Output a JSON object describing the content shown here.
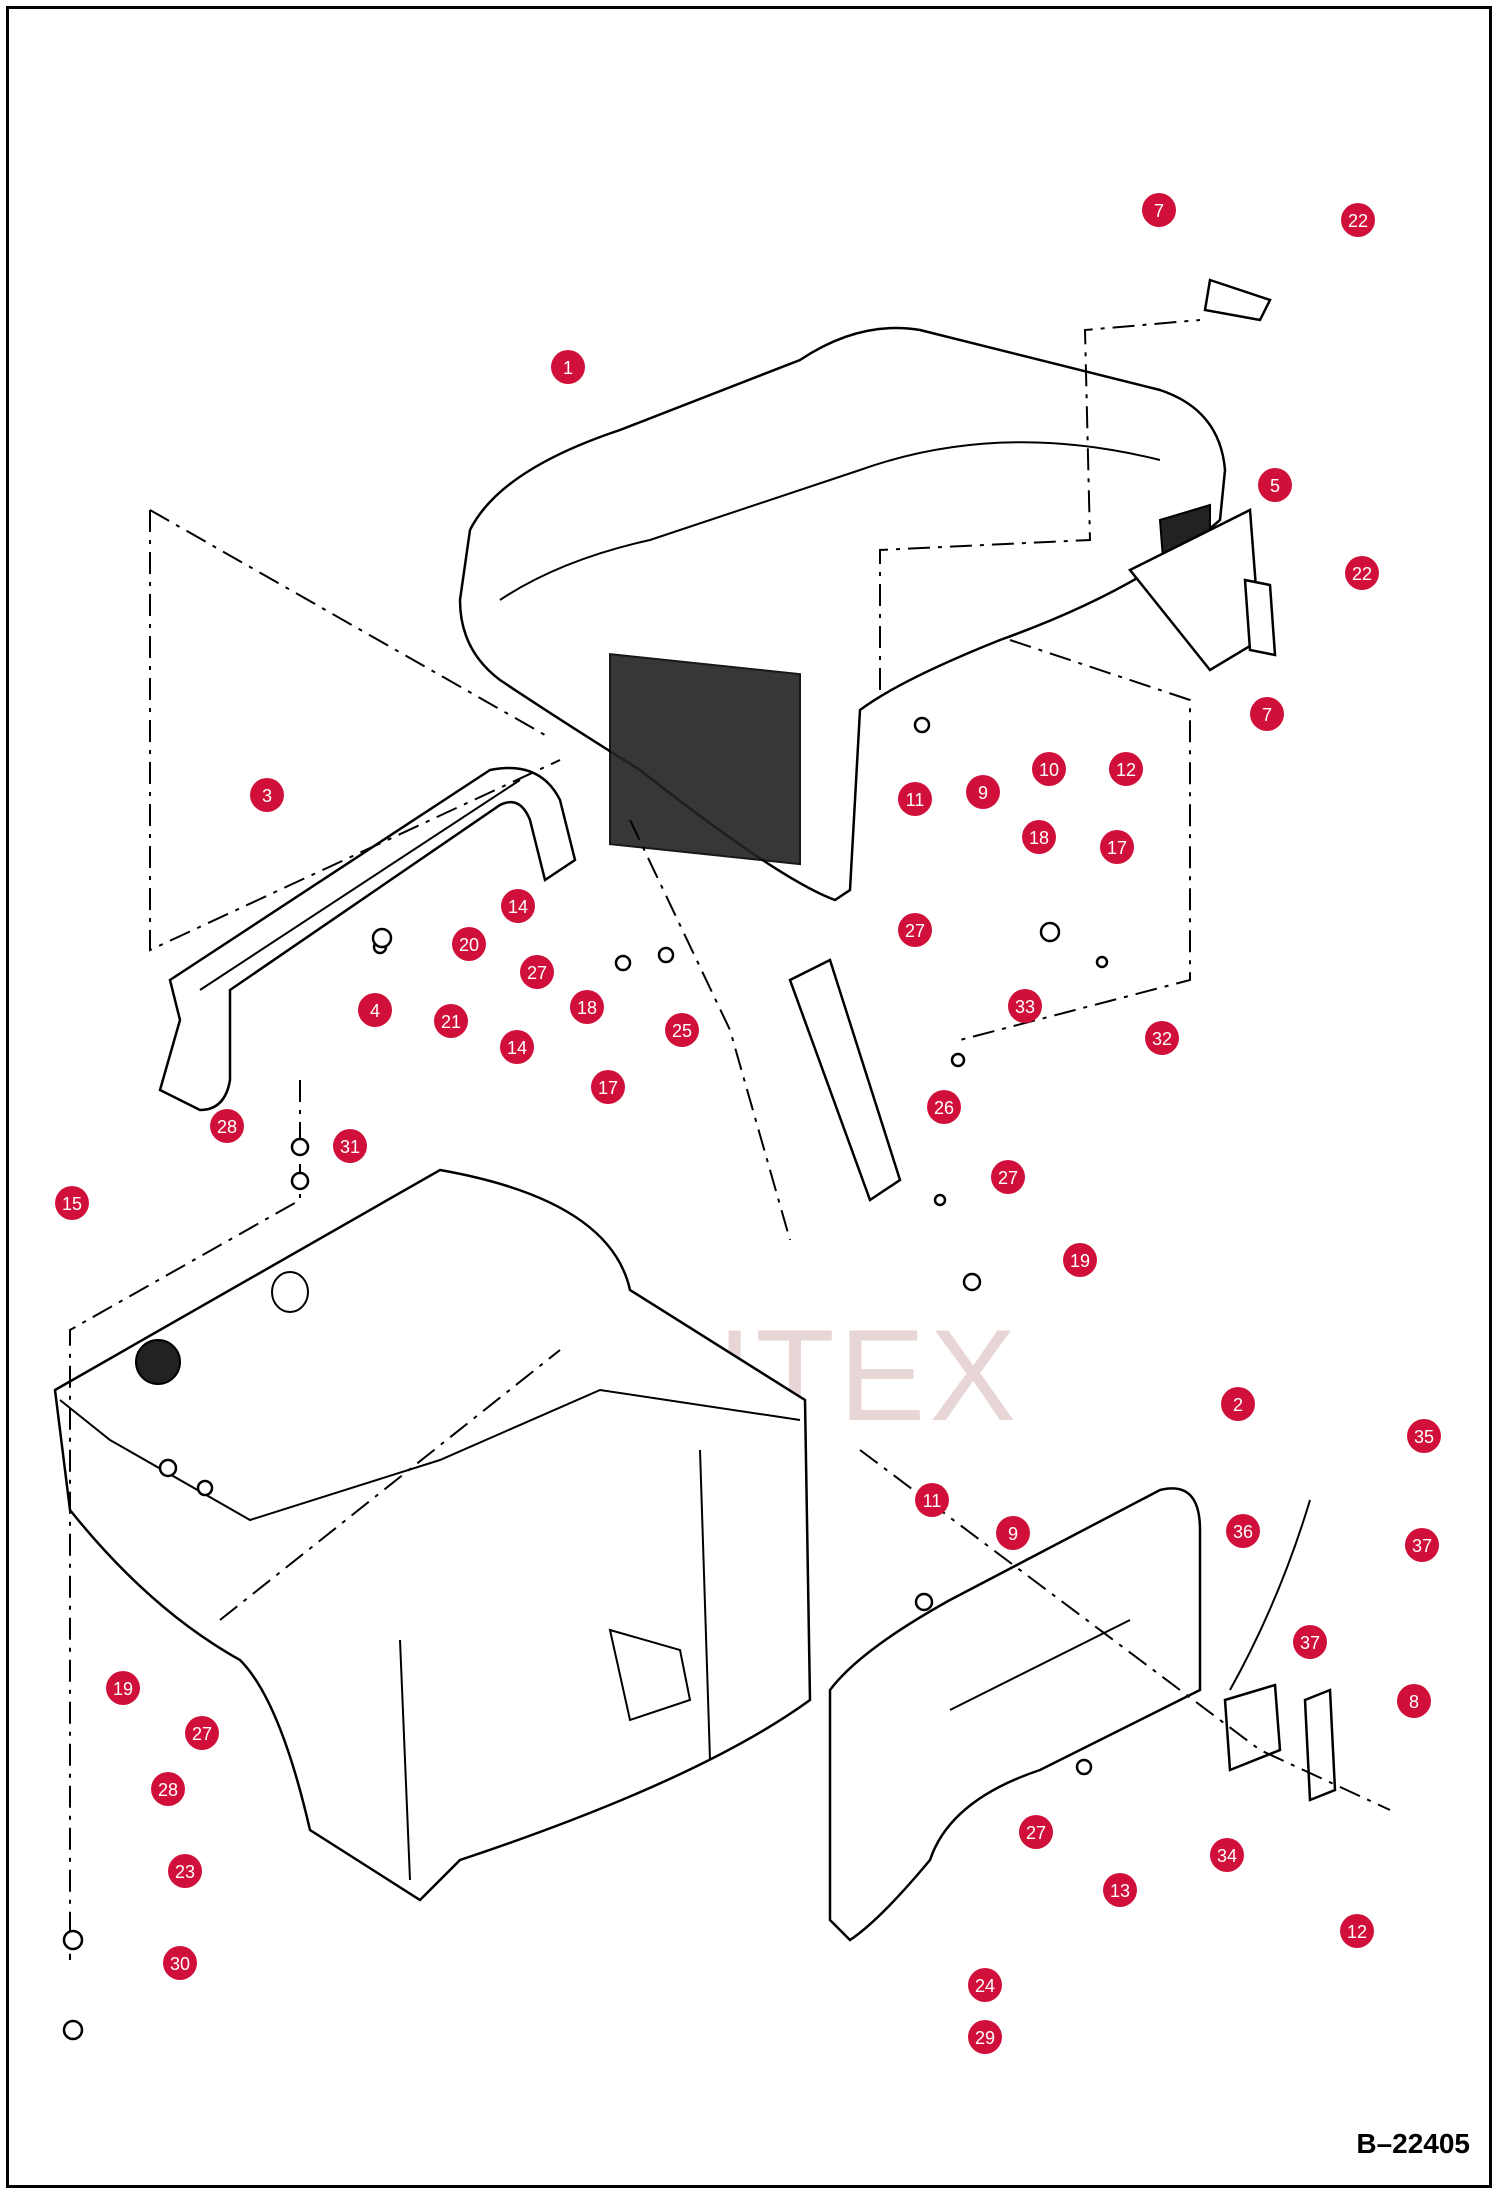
{
  "figure_id": "B–22405",
  "watermark": "ИНТЕХ",
  "callouts": [
    {
      "id": "c7a",
      "label": "7"
    },
    {
      "id": "c22a",
      "label": "22"
    },
    {
      "id": "c1",
      "label": "1"
    },
    {
      "id": "c5",
      "label": "5"
    },
    {
      "id": "c22b",
      "label": "22"
    },
    {
      "id": "c7b",
      "label": "7"
    },
    {
      "id": "c3",
      "label": "3"
    },
    {
      "id": "c10",
      "label": "10"
    },
    {
      "id": "c12a",
      "label": "12"
    },
    {
      "id": "c11a",
      "label": "11"
    },
    {
      "id": "c9a",
      "label": "9"
    },
    {
      "id": "c18a",
      "label": "18"
    },
    {
      "id": "c17a",
      "label": "17"
    },
    {
      "id": "c14a",
      "label": "14"
    },
    {
      "id": "c20",
      "label": "20"
    },
    {
      "id": "c27a",
      "label": "27"
    },
    {
      "id": "c27b",
      "label": "27"
    },
    {
      "id": "c4",
      "label": "4"
    },
    {
      "id": "c21",
      "label": "21"
    },
    {
      "id": "c18b",
      "label": "18"
    },
    {
      "id": "c25",
      "label": "25"
    },
    {
      "id": "c33",
      "label": "33"
    },
    {
      "id": "c32",
      "label": "32"
    },
    {
      "id": "c14b",
      "label": "14"
    },
    {
      "id": "c17b",
      "label": "17"
    },
    {
      "id": "c28a",
      "label": "28"
    },
    {
      "id": "c31",
      "label": "31"
    },
    {
      "id": "c26",
      "label": "26"
    },
    {
      "id": "c27c",
      "label": "27"
    },
    {
      "id": "c15",
      "label": "15"
    },
    {
      "id": "c19a",
      "label": "19"
    },
    {
      "id": "c2",
      "label": "2"
    },
    {
      "id": "c35",
      "label": "35"
    },
    {
      "id": "c11b",
      "label": "11"
    },
    {
      "id": "c9b",
      "label": "9"
    },
    {
      "id": "c36",
      "label": "36"
    },
    {
      "id": "c37a",
      "label": "37"
    },
    {
      "id": "c19b",
      "label": "19"
    },
    {
      "id": "c27d",
      "label": "27"
    },
    {
      "id": "c37b",
      "label": "37"
    },
    {
      "id": "c8",
      "label": "8"
    },
    {
      "id": "c28b",
      "label": "28"
    },
    {
      "id": "c23",
      "label": "23"
    },
    {
      "id": "c27e",
      "label": "27"
    },
    {
      "id": "c34",
      "label": "34"
    },
    {
      "id": "c13",
      "label": "13"
    },
    {
      "id": "c12b",
      "label": "12"
    },
    {
      "id": "c30",
      "label": "30"
    },
    {
      "id": "c24",
      "label": "24"
    },
    {
      "id": "c29",
      "label": "29"
    }
  ],
  "colors": {
    "badge": "#d0103a",
    "line": "#000000",
    "watermark": "#e8d6d6"
  }
}
